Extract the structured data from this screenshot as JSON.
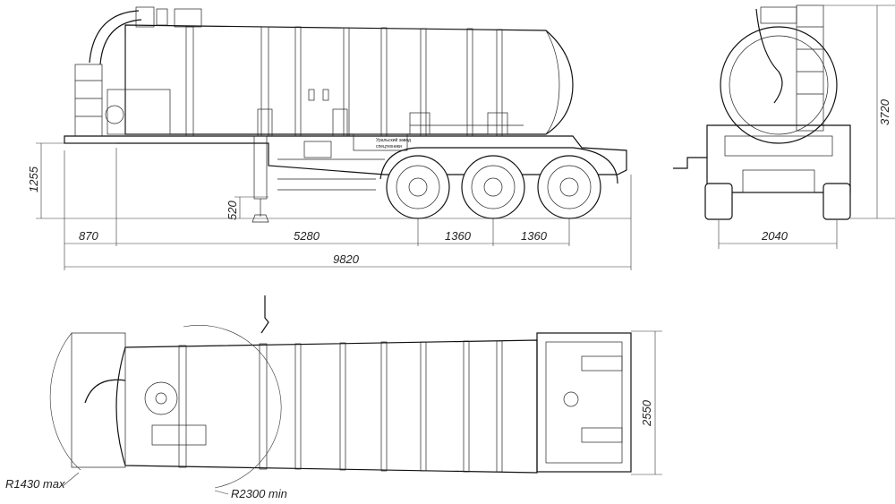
{
  "drawing": {
    "side_view": {
      "dimensions": {
        "height_hitch": "1255",
        "support_height": "520",
        "front_overhang": "870",
        "wheelbase": "5280",
        "axle_spacing_1": "1360",
        "axle_spacing_2": "1360",
        "overall_length": "9820"
      },
      "tank_label_line1": "Уральский завод",
      "tank_label_line2": "спецтехники"
    },
    "rear_view": {
      "dimensions": {
        "overall_height": "3720",
        "track_width": "2040"
      }
    },
    "top_view": {
      "dimensions": {
        "overall_width": "2550",
        "radius_max": "R1430 max",
        "radius_min": "R2300 min"
      }
    }
  },
  "colors": {
    "line": "#111111",
    "background": "#ffffff"
  }
}
